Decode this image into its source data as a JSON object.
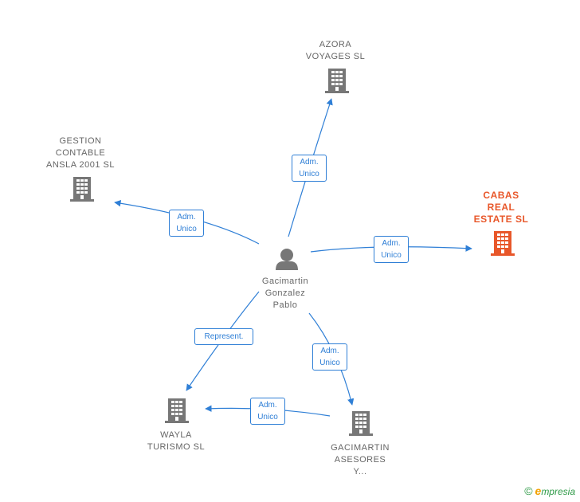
{
  "colors": {
    "edge": "#2f7fd6",
    "company": "#777777",
    "highlight_company": "#e8572a",
    "person": "#777777"
  },
  "person": {
    "name": "Gacimartin\nGonzalez\nPablo",
    "icon": "person-icon"
  },
  "companies": [
    {
      "id": "azora",
      "name": "AZORA\nVOYAGES  SL",
      "icon": "building-icon",
      "highlight": false
    },
    {
      "id": "gestion",
      "name": "GESTION\nCONTABLE\nANSLA 2001 SL",
      "icon": "building-icon",
      "highlight": false
    },
    {
      "id": "cabas",
      "name": "CABAS\nREAL\nESTATE  SL",
      "icon": "building-icon",
      "highlight": true
    },
    {
      "id": "wayla",
      "name": "WAYLA\nTURISMO  SL",
      "icon": "building-icon",
      "highlight": false
    },
    {
      "id": "gacimartin",
      "name": "GACIMARTIN\nASESORES\nY...",
      "icon": "building-icon",
      "highlight": false
    }
  ],
  "edges": [
    {
      "id": "to-azora",
      "label": "Adm.\nUnico"
    },
    {
      "id": "to-gestion",
      "label": "Adm.\nUnico"
    },
    {
      "id": "to-cabas",
      "label": "Adm.\nUnico"
    },
    {
      "id": "to-wayla",
      "label": "Represent."
    },
    {
      "id": "to-gacimartin",
      "label": "Adm.\nUnico"
    },
    {
      "id": "gacimartin-to-wayla",
      "label": "Adm.\nUnico"
    }
  ],
  "brand": {
    "copyright": "©",
    "initial": "e",
    "name": "mpresia"
  }
}
